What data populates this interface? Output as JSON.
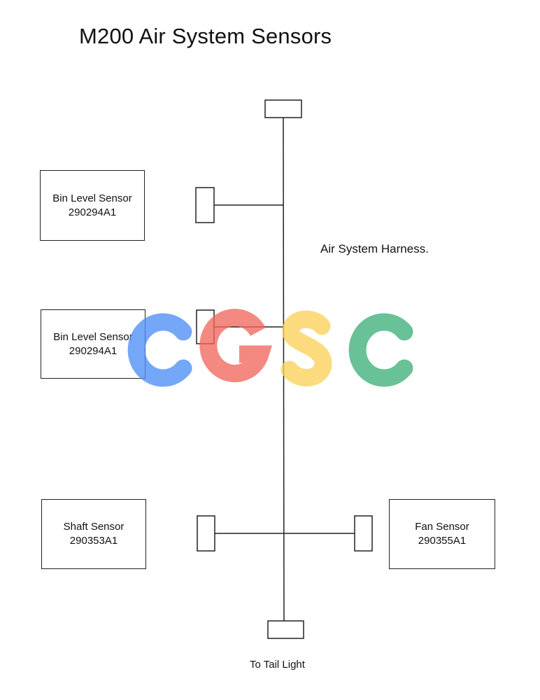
{
  "title": "M200 Air System Sensors",
  "harness_label": "Air System Harness.",
  "tail_light_label": "To Tail Light",
  "sensors": [
    {
      "name": "Bin Level Sensor",
      "part": "290294A1"
    },
    {
      "name": "Bin Level Sensor",
      "part": "290294A1"
    },
    {
      "name": "Shaft Sensor",
      "part": "290353A1"
    },
    {
      "name": "Fan Sensor",
      "part": "290355A1"
    }
  ],
  "watermark": {
    "text": "CGSC",
    "colors": [
      "#4f8ff7",
      "#f0685e",
      "#fbd25a",
      "#3fb07a"
    ]
  }
}
